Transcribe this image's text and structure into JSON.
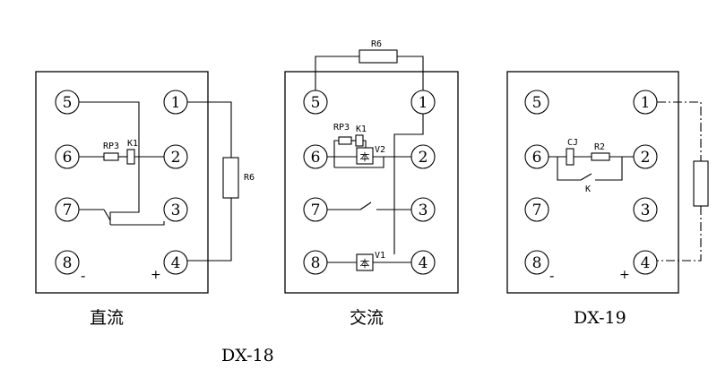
{
  "panels": [
    {
      "caption": "直流",
      "pins": [
        "5",
        "1",
        "6",
        "2",
        "7",
        "3",
        "8",
        "4"
      ],
      "minus": "-",
      "plus": "+",
      "labels": {
        "rp3": "RP3",
        "k1": "K1",
        "r6": "R6"
      }
    },
    {
      "caption": "交流",
      "pins": [
        "5",
        "1",
        "6",
        "2",
        "7",
        "3",
        "8",
        "4"
      ],
      "labels": {
        "r6": "R6",
        "rp3": "RP3",
        "k1": "K1",
        "v2": "V2",
        "v1": "V1",
        "diode_glyph": "本"
      }
    },
    {
      "caption": "DX-19",
      "pins": [
        "5",
        "1",
        "6",
        "2",
        "7",
        "3",
        "8",
        "4"
      ],
      "minus": "-",
      "plus": "+",
      "labels": {
        "cj": "CJ",
        "r2": "R2",
        "k": "K"
      }
    }
  ],
  "footer": {
    "model": "DX-18"
  }
}
